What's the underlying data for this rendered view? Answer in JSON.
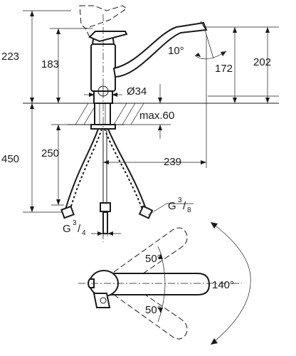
{
  "dimensions": {
    "overall_height": "223",
    "body_height": "183",
    "spout_angle": "10°",
    "outlet_height": "172",
    "spout_top_height": "202",
    "hole_diameter": "Ø34",
    "max_thickness": "max.60",
    "hose_length_total": "450",
    "hose_length": "250",
    "spout_reach": "239",
    "hose_thread_base": "G",
    "hose_thread_num": "3",
    "hose_thread_den": "4",
    "supply_thread_base": "G",
    "supply_thread_num": "3",
    "supply_thread_den": "8",
    "swivel_upper": "50°",
    "swivel_lower": "50°",
    "swivel_total": "140°"
  }
}
